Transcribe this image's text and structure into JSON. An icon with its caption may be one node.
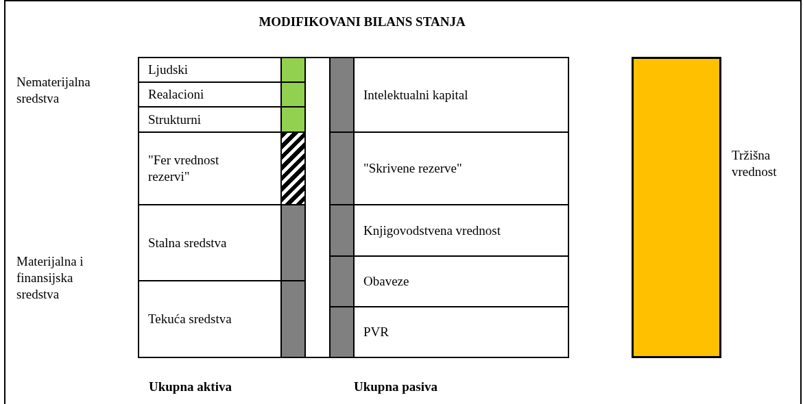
{
  "diagram": {
    "title": "MODIFIKOVANI BILANS STANJA",
    "nodes": [
      {
        "text": [
          "Ljudski"
        ]
      },
      {
        "text": [
          "Realacioni"
        ]
      },
      {
        "text": [
          "Strukturni"
        ]
      },
      {
        "text": [
          "\"Fer vrednost rezervi\""
        ]
      },
      {
        "text": [
          "Stalna sredstva"
        ]
      },
      {
        "text": [
          "Tekuća sredstva"
        ]
      },
      {
        "text": [
          "Intelektualni kapital"
        ]
      },
      {
        "text": [
          "\"Skrivene rezerve\""
        ]
      },
      {
        "text": [
          "Knjigovodstvena vrednost"
        ]
      },
      {
        "text": [
          "Obaveze"
        ]
      },
      {
        "text": [
          "PVR"
        ]
      },
      {
        "text": [],
        "shape": "bar",
        "beside": [
          "Tržišna vrednost"
        ]
      }
    ],
    "edges": [],
    "labels": [
      "Nematerijalna sredstva",
      "Materijalna i finansijska sredstva",
      "Ukupna aktiva",
      "Ukupna pasiva"
    ]
  }
}
